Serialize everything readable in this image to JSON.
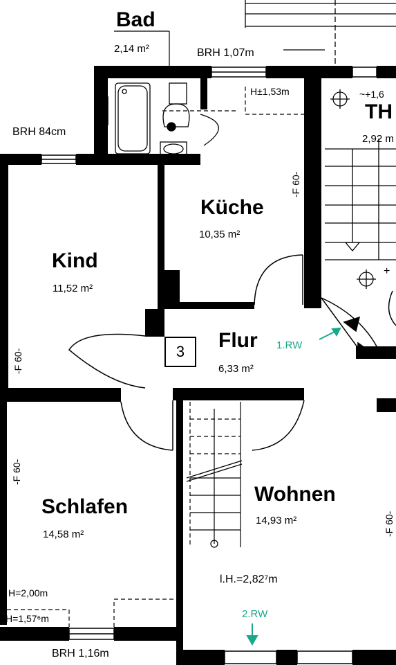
{
  "rooms": {
    "bad": {
      "name": "Bad",
      "area": "2,14 m²"
    },
    "kueche": {
      "name": "Küche",
      "area": "10,35 m²"
    },
    "kind": {
      "name": "Kind",
      "area": "11,52 m²"
    },
    "flur": {
      "name": "Flur",
      "area": "6,33 m²"
    },
    "schlafen": {
      "name": "Schlafen",
      "area": "14,58 m²"
    },
    "wohnen": {
      "name": "Wohnen",
      "area": "14,93 m²"
    },
    "th": {
      "name": "TH",
      "area": "2,92 m"
    }
  },
  "annotations": {
    "brh_top": "BRH 1,07m",
    "h_kitchen": "H±1,53m",
    "brh_left": "BRH 84cm",
    "brh_bottom": "BRH 1,16m",
    "th_level": "~+1,6",
    "plus_mark": "+",
    "h_200": "H=2,00m",
    "h_157": "H=1,57⁶m",
    "lh": "l.H.=2,82⁷m",
    "apartment_number": "3",
    "f60_kitchen": "-F 60-",
    "f60_kind": "-F 60-",
    "f60_schlafen": "-F 60-",
    "f60_right": "-F 60-"
  },
  "markers": {
    "rw1": "1.RW",
    "rw2": "2.RW"
  },
  "colors": {
    "wall": "#000000",
    "marker": "#1aa88a"
  }
}
